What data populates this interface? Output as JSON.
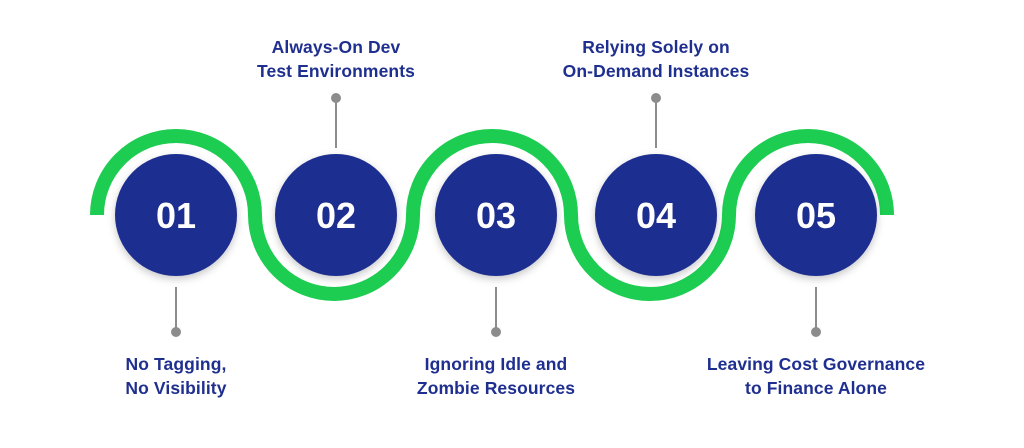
{
  "colors": {
    "wave": "#1ccd51",
    "circle": "#1c2f8f",
    "connector": "#8c8c8c",
    "text": "#1f2f8f"
  },
  "steps": [
    {
      "number": "01",
      "label_line1": "No Tagging,",
      "label_line2": "No Visibility",
      "label_position": "below"
    },
    {
      "number": "02",
      "label_line1": "Always-On Dev",
      "label_line2": "Test Environments",
      "label_position": "above"
    },
    {
      "number": "03",
      "label_line1": "Ignoring Idle and",
      "label_line2": "Zombie Resources",
      "label_position": "below"
    },
    {
      "number": "04",
      "label_line1": "Relying Solely on",
      "label_line2": "On-Demand Instances",
      "label_position": "above"
    },
    {
      "number": "05",
      "label_line1": "Leaving Cost Governance",
      "label_line2": "to Finance Alone",
      "label_position": "below"
    }
  ]
}
